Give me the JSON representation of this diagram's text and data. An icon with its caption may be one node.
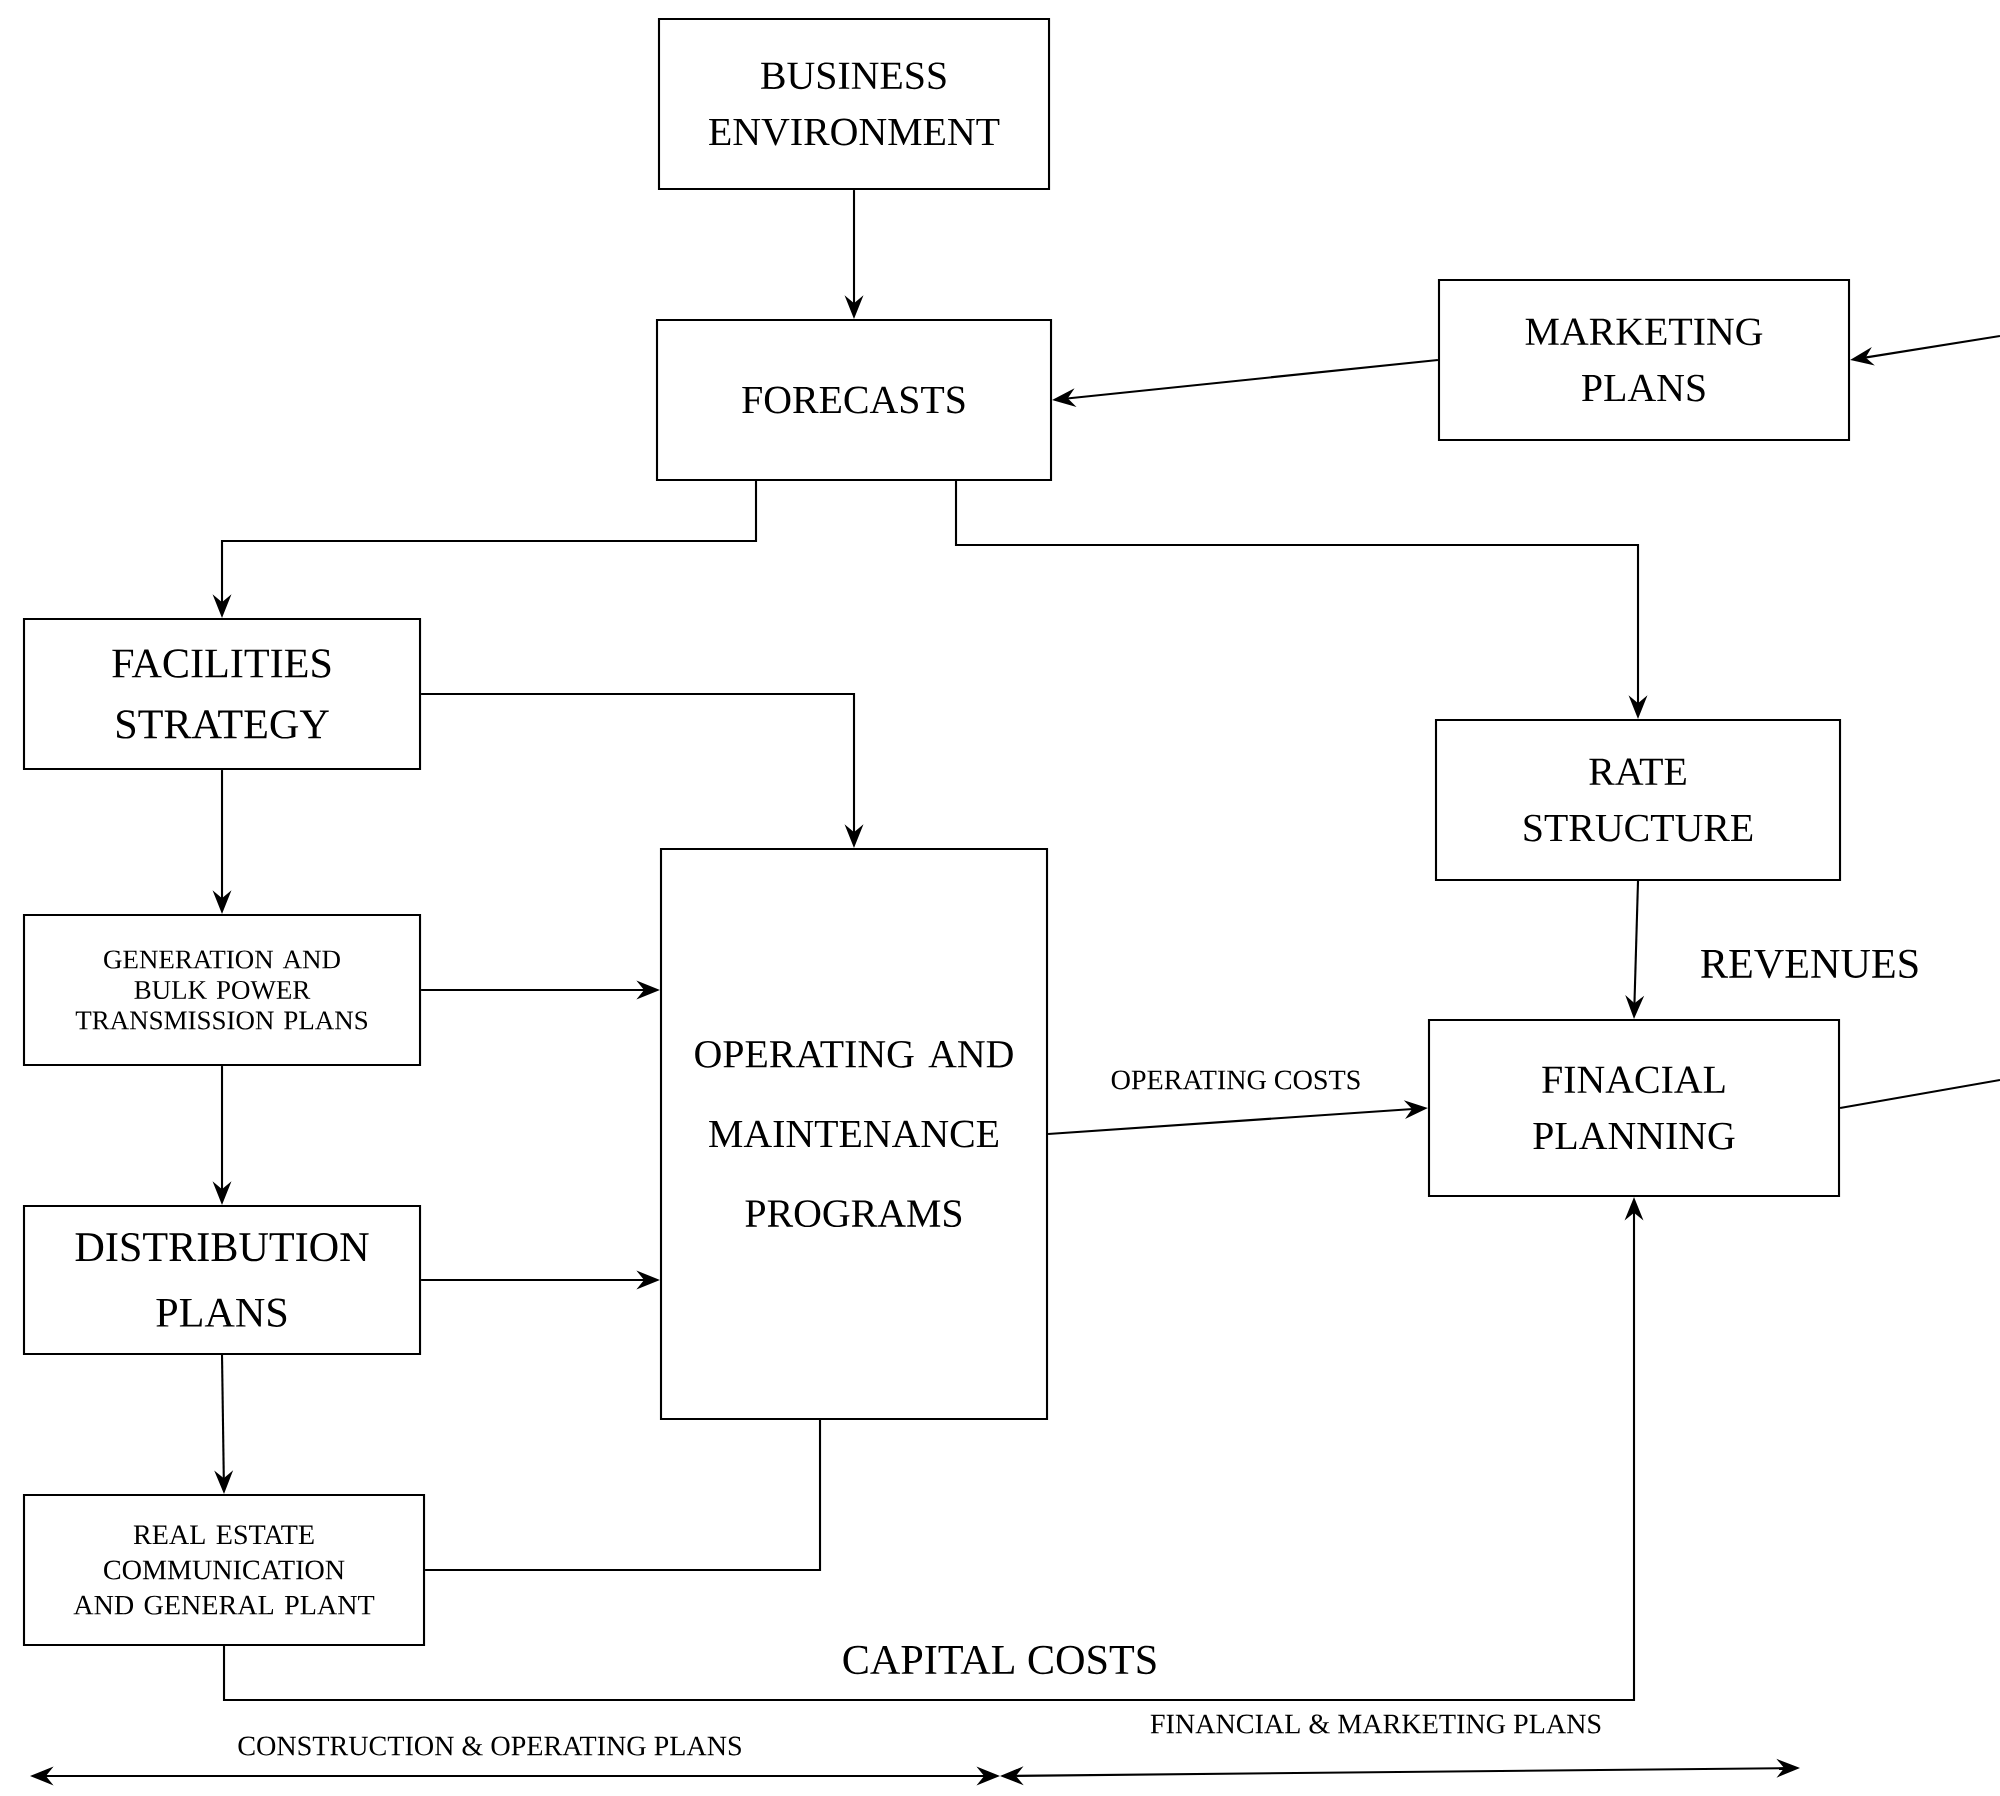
{
  "diagram": {
    "nodes": [
      {
        "text": [
          "BUSINESS ENVIRONMENT"
        ]
      },
      {
        "text": [
          "MARKETING PLANS"
        ]
      },
      {
        "text": [
          "FORECASTS"
        ]
      },
      {
        "text": [
          "FACILITIES STRATEGY"
        ]
      },
      {
        "text": [
          "RATE STRUCTURE"
        ]
      },
      {
        "text": [
          "GENERATION AND BULK POWER TRANSMISSION PLANS"
        ]
      },
      {
        "text": [
          "OPERATING AND MAINTENANCE PROGRAMS"
        ]
      },
      {
        "text": [
          "FINACIAL PLANNING"
        ]
      },
      {
        "text": [
          "DISTRIBUTION PLANS"
        ]
      },
      {
        "text": [
          "REAL ESTATE COMMUNICATION AND GENERAL PLANT"
        ]
      }
    ],
    "edges": [
      {
        "from": 0,
        "to": 2,
        "arrow": "to"
      },
      {
        "from": 1,
        "to": 2,
        "arrow": "to"
      },
      {
        "from": null,
        "to": 1,
        "arrow": "to"
      },
      {
        "from": 2,
        "to": 3,
        "arrow": "to"
      },
      {
        "from": 2,
        "to": 4,
        "arrow": "to"
      },
      {
        "from": 3,
        "to": 6,
        "arrow": "to"
      },
      {
        "from": 3,
        "to": 5,
        "arrow": "to"
      },
      {
        "from": 5,
        "to": 6,
        "arrow": "to"
      },
      {
        "from": 5,
        "to": 8,
        "arrow": "to"
      },
      {
        "from": 8,
        "to": 6,
        "arrow": "to"
      },
      {
        "from": 8,
        "to": 9,
        "arrow": "to"
      },
      {
        "from": 6,
        "to": 9,
        "arrow": "none"
      },
      {
        "from": 6,
        "to": 7,
        "arrow": "to",
        "label": "OPERATING COSTS"
      },
      {
        "from": 4,
        "to": 7,
        "arrow": "to",
        "label": "REVENUES"
      },
      {
        "from": 9,
        "to": 7,
        "arrow": "to",
        "label": "CAPITAL COSTS"
      },
      {
        "from": 7,
        "to": null,
        "arrow": "none"
      }
    ],
    "labels": [
      "CONSTRUCTION & OPERATING PLANS",
      "FINANCIAL & MARKETING PLANS"
    ]
  }
}
